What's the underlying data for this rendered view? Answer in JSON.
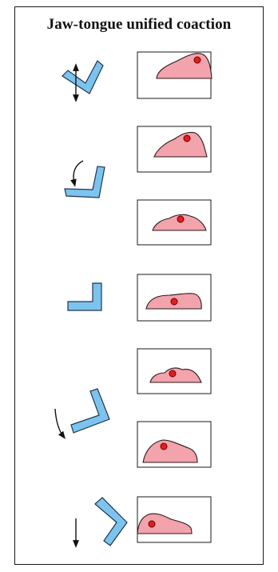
{
  "title": "Jaw-tongue unified coaction",
  "colors": {
    "jaw_fill": "#7cc4ee",
    "jaw_stroke": "#1f3550",
    "tongue_fill": "#f2a3ab",
    "tongue_stroke": "#2a1a1a",
    "dot_fill": "#e41c20",
    "dot_stroke": "#6a0000",
    "frame": "#1a1a1a"
  },
  "panels": [
    {
      "name": "panel-1"
    },
    {
      "name": "panel-2"
    },
    {
      "name": "panel-3"
    },
    {
      "name": "panel-4"
    },
    {
      "name": "panel-5"
    },
    {
      "name": "panel-6"
    },
    {
      "name": "panel-7"
    }
  ],
  "jaw_poses": [
    {
      "name": "jaw-rotated-up",
      "arrow": "up-down"
    },
    {
      "name": "jaw-rotating-counterclockwise",
      "arrow": "curved-down"
    },
    {
      "name": "jaw-neutral",
      "arrow": "none"
    },
    {
      "name": "jaw-rotating-clockwise",
      "arrow": "curved-down"
    },
    {
      "name": "jaw-rotated-down",
      "arrow": "straight-down"
    }
  ]
}
